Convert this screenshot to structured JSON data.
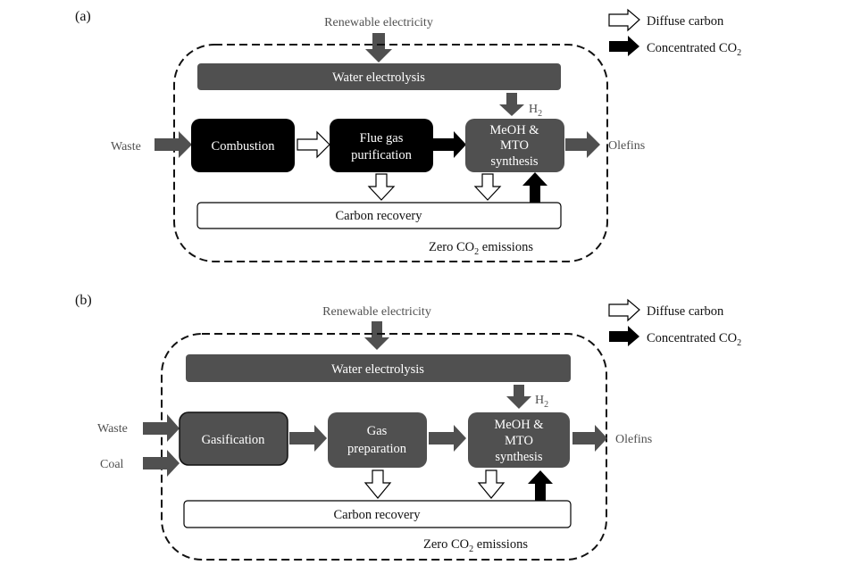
{
  "colors": {
    "gray_box": "#505050",
    "black_box": "#000000",
    "arrow_gray": "#505050",
    "dashed_border": "#111111"
  },
  "legend": {
    "diffuse_label": "Diffuse carbon",
    "concentrated_label": "Concentrated CO",
    "concentrated_sub": "2"
  },
  "panel_a": {
    "tag": "(a)",
    "renewable": "Renewable electricity",
    "electrolysis": "Water electrolysis",
    "h2": "H",
    "h2_sub": "2",
    "input_waste": "Waste",
    "combustion": "Combustion",
    "flue_line1": "Flue gas",
    "flue_line2": "purification",
    "meoh_line1": "MeOH &",
    "meoh_line2": "MTO",
    "meoh_line3": "synthesis",
    "output": "Olefins",
    "carbon_recovery": "Carbon recovery",
    "zero_pre": "Zero CO",
    "zero_sub": "2",
    "zero_post": " emissions"
  },
  "panel_b": {
    "tag": "(b)",
    "renewable": "Renewable electricity",
    "electrolysis": "Water electrolysis",
    "h2": "H",
    "h2_sub": "2",
    "input_waste": "Waste",
    "input_coal": "Coal",
    "gasification": "Gasification",
    "gasprep_line1": "Gas",
    "gasprep_line2": "preparation",
    "meoh_line1": "MeOH &",
    "meoh_line2": "MTO",
    "meoh_line3": "synthesis",
    "output": "Olefins",
    "carbon_recovery": "Carbon recovery",
    "zero_pre": "Zero CO",
    "zero_sub": "2",
    "zero_post": " emissions"
  }
}
